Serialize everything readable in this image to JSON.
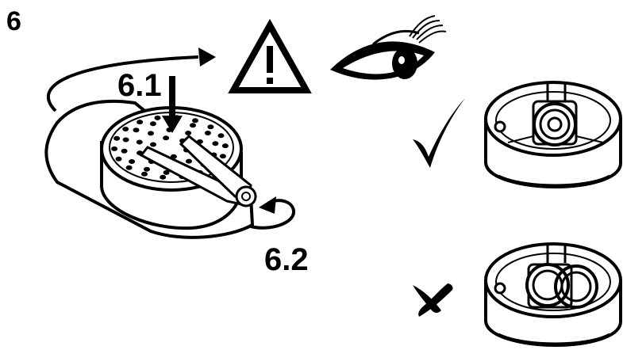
{
  "step": {
    "number": "6",
    "sub_steps": [
      "6.1",
      "6.2"
    ]
  },
  "icons": {
    "warning": "warning-triangle-icon",
    "inspect": "eye-icon",
    "correct": "checkmark-icon",
    "incorrect": "cross-icon"
  },
  "colors": {
    "ink": "#000000",
    "background": "#ffffff"
  }
}
